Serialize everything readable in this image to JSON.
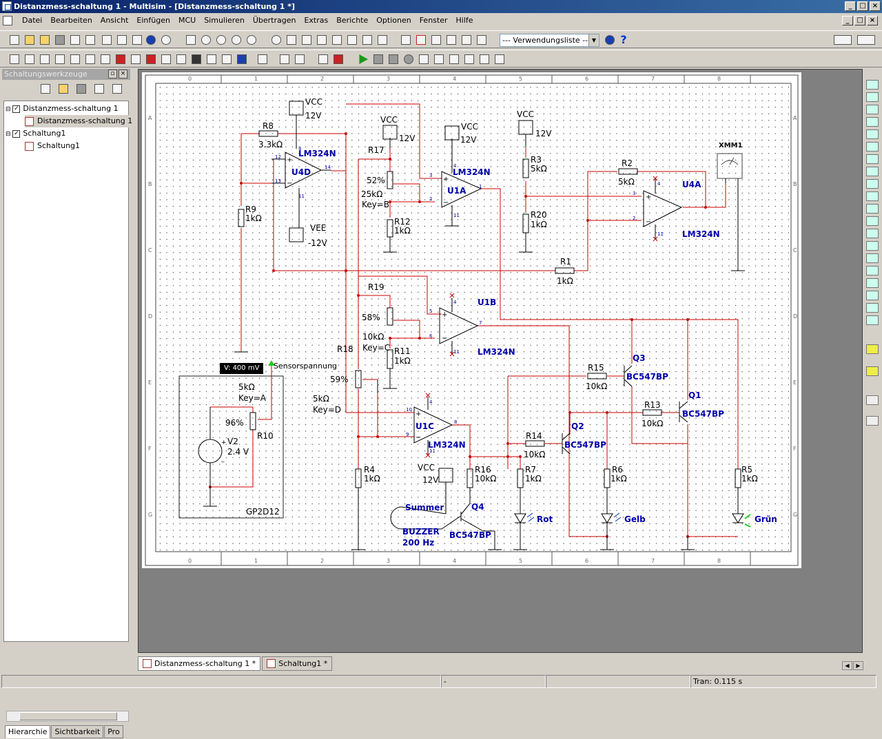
{
  "window": {
    "title": "Distanzmess-schaltung 1 - Multisim - [Distanzmess-schaltung 1 *]",
    "min": "_",
    "max": "□",
    "close": "×"
  },
  "menu": [
    "Datei",
    "Bearbeiten",
    "Ansicht",
    "Einfügen",
    "MCU",
    "Simulieren",
    "Übertragen",
    "Extras",
    "Berichte",
    "Optionen",
    "Fenster",
    "Hilfe"
  ],
  "toolbar": {
    "usage_list": "--- Verwendungsliste ---",
    "help": "?"
  },
  "panel": {
    "title": "Schaltungswerkzeuge",
    "tree": [
      {
        "label": "Distanzmess-schaltung 1",
        "level": 0
      },
      {
        "label": "Distanzmess-schaltung 1",
        "level": 1
      },
      {
        "label": "Schaltung1",
        "level": 0
      },
      {
        "label": "Schaltung1",
        "level": 1
      }
    ],
    "tabs": [
      "Hierarchie",
      "Sichtbarkeit",
      "Pro"
    ]
  },
  "tabs": [
    "Distanzmess-schaltung 1 *",
    "Schaltung1 *"
  ],
  "status": {
    "left": "-",
    "right": "Tran: 0.115 s"
  },
  "probe": "V: 400 mV",
  "ruler": {
    "cols": [
      "0",
      "1",
      "2",
      "3",
      "4",
      "5",
      "6",
      "7",
      "8"
    ],
    "rows": [
      "A",
      "B",
      "C",
      "D",
      "E",
      "F",
      "G"
    ]
  },
  "labels": {
    "vcc": "VCC",
    "v12": "12V",
    "vee": "VEE",
    "vm12": "-12V",
    "r8": "R8",
    "r8v": "3.3kΩ",
    "r9": "R9",
    "r9v": "1kΩ",
    "u4d": "U4D",
    "lm": "LM324N",
    "u1a": "U1A",
    "u1b": "U1B",
    "u1c": "U1C",
    "u4a": "U4A",
    "r17": "R17",
    "r17p": "52%",
    "r17v": "25kΩ",
    "r17k": "Key=B",
    "r12": "R12",
    "r12v": "1kΩ",
    "r3": "R3",
    "r3v": "5kΩ",
    "r20": "R20",
    "r20v": "1kΩ",
    "r2": "R2",
    "r2v": "5kΩ",
    "xmm": "XMM1",
    "r1": "R1",
    "r1v": "1kΩ",
    "r19": "R19",
    "r19p": "58%",
    "r19v": "10kΩ",
    "r19k": "Key=C",
    "r11": "R11",
    "r11v": "1kΩ",
    "r18": "R18",
    "r18p": "59%",
    "r18v": "5kΩ",
    "r18k": "Key=D",
    "sensor": "Sensorspannung",
    "r10v": "5kΩ",
    "r10k": "Key=A",
    "r10p": "96%",
    "r10": "R10",
    "v2": "V2",
    "v2v": "2.4 V",
    "gp": "GP2D12",
    "r15": "R15",
    "r15v": "10kΩ",
    "q3": "Q3",
    "bc": "BC547BP",
    "r13": "R13",
    "r13v": "10kΩ",
    "q1": "Q1",
    "r14": "R14",
    "r14v": "10kΩ",
    "q2": "Q2",
    "r4": "R4",
    "r4v": "1kΩ",
    "r16": "R16",
    "r16v": "10kΩ",
    "r7": "R7",
    "r7v": "1kΩ",
    "r6": "R6",
    "r6v": "1kΩ",
    "r5": "R5",
    "r5v": "1kΩ",
    "summer": "Summer",
    "q4": "Q4",
    "buzzer": "BUZZER",
    "hz": "200 Hz",
    "rot": "Rot",
    "gelb": "Gelb",
    "gruen": "Grün"
  },
  "colors": {
    "wire": "#cc0000",
    "part": "#000000",
    "label": "#0000aa",
    "grid": "#000000"
  }
}
